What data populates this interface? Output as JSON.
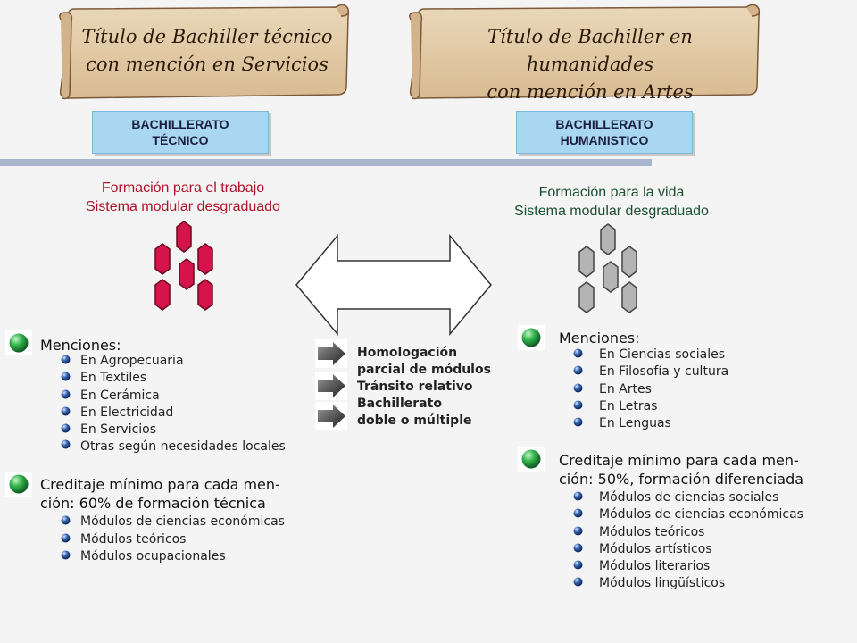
{
  "left": {
    "scroll_line1": "Título de Bachiller técnico",
    "scroll_line2": "con mención en Servicios",
    "button_line1": "BACHILLERATO",
    "button_line2": "TÉCNICO",
    "sub_line1": "Formación para el trabajo",
    "sub_line2": "Sistema modular desgraduado",
    "menciones_heading": "Menciones:",
    "menciones": [
      "En Agropecuaria",
      "En Textiles",
      "En Cerámica",
      "En Electricidad",
      "En Servicios",
      "Otras según necesidades locales"
    ],
    "credit_line1": "Creditaje mínimo para cada men-",
    "credit_line2": "ción: 60% de formación técnica",
    "modules": [
      "Módulos de ciencias económicas",
      "Módulos teóricos",
      "Módulos ocupacionales"
    ],
    "hex_color": "#d4144a"
  },
  "right": {
    "scroll_line1": "Título de Bachiller en humanidades",
    "scroll_line2": "con mención en Artes",
    "button_line1": "BACHILLERATO",
    "button_line2": "HUMANISTICO",
    "sub_line1": "Formación para la vida",
    "sub_line2": "Sistema modular desgraduado",
    "menciones_heading": "Menciones:",
    "menciones": [
      "En Ciencias sociales",
      "En Filosofía y cultura",
      "En Artes",
      "En Letras",
      "En Lenguas"
    ],
    "credit_line1": "Creditaje mínimo para cada men-",
    "credit_line2": "ción: 50%, formación diferenciada",
    "modules": [
      "Módulos de ciencias sociales",
      "Módulos de ciencias económicas",
      "Módulos teóricos",
      "Módulos artísticos",
      "Módulos literarios",
      "Módulos lingüísticos"
    ],
    "hex_color": "#b4b4b4"
  },
  "middle": {
    "lines": [
      "Homologación",
      "parcial de módulos",
      "Tránsito relativo",
      "Bachillerato",
      "doble o múltiple"
    ]
  },
  "colors": {
    "scroll": "#e2c9a6",
    "button": "#a9d6f0",
    "divider": "#a9b5cc",
    "green_bullet": "#2ea84a",
    "blue_bullet": "#2b4f9a"
  }
}
